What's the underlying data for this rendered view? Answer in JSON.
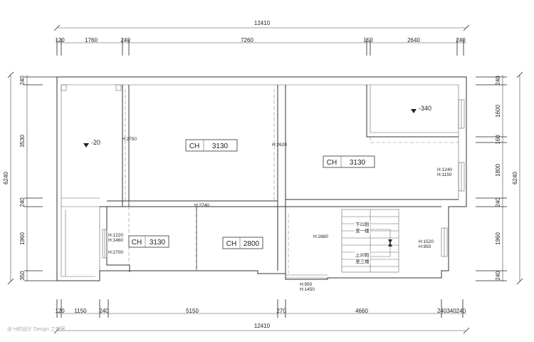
{
  "total_width": "12410",
  "total_height": "6240",
  "top_dims": [
    "120",
    "1760",
    "240",
    "7260",
    "150",
    "2640",
    "240"
  ],
  "bottom_dims": [
    "120",
    "1150",
    "240",
    "5150",
    "270",
    "4660",
    "240340240"
  ],
  "left_dims": [
    "240",
    "3530",
    "240",
    "1960",
    "350"
  ],
  "right_dims": [
    "240",
    "1600",
    "160",
    "1800",
    "240",
    "1960",
    "240"
  ],
  "ceiling": {
    "prefix": "CH",
    "boxes": [
      "3130",
      "3130",
      "3130",
      "2800"
    ]
  },
  "levels": [
    "-20",
    "-340"
  ],
  "heights": {
    "h2750": "H:2750",
    "h2620": "H:2620",
    "h2740": "H:2740",
    "h2860": "H:2860",
    "h2700": "H:2700",
    "win_left_a": "H:1220",
    "win_left_b": "H:1460",
    "win_right_a": "H:1240",
    "win_right_b": "H:1150",
    "win_br_a": "H:1520",
    "win_br_b": "H:950",
    "door_a": "H:950",
    "door_b": "H:1450"
  },
  "stairs": {
    "down_a": "下22阶",
    "down_b": "至一楼",
    "up_a": "上20阶",
    "up_b": "至三楼"
  },
  "watermark": "@ H的设计 Design 工作室"
}
